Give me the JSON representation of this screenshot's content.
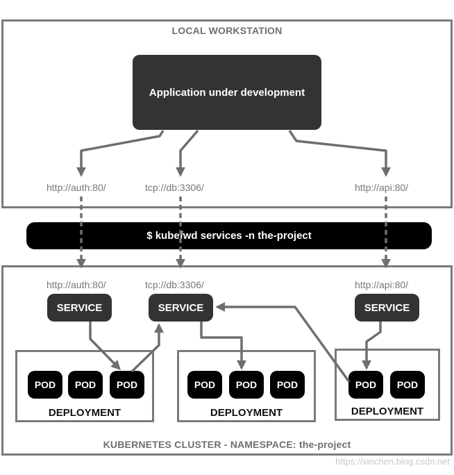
{
  "workstation": {
    "title": "LOCAL WORKSTATION",
    "app_label": "Application under development"
  },
  "urls": {
    "auth": "http://auth:80/",
    "db": "tcp://db:3306/",
    "api": "http://api:80/"
  },
  "command": "$ kubefwd services -n the-project",
  "cluster": {
    "title": "KUBERNETES CLUSTER - NAMESPACE: the-project",
    "service_label": "SERVICE",
    "pod_label": "POD",
    "deployment_label": "DEPLOYMENT"
  },
  "watermark": "https://xinchen.blog.csdn.net",
  "colors": {
    "frame": "#7a7a7a",
    "box_dark": "#333333",
    "pod": "#000000",
    "arrow": "#6e6e6e",
    "url_text": "#777777"
  }
}
